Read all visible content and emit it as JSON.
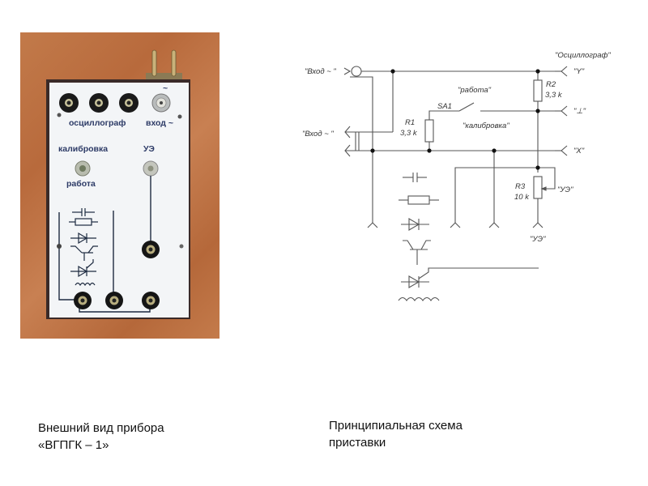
{
  "photo": {
    "description": "Photo of the device front panel",
    "panel_labels": {
      "oscilloscope": "осциллограф",
      "input": "вход ~",
      "tilde": "~",
      "calibration": "калибровка",
      "ue": "УЭ",
      "work": "работа"
    }
  },
  "schematic": {
    "input_top": "\"Вход ~ \"",
    "input_bottom": "\"Вход ~ \"",
    "oscilloscope": "\"Осциллограф\"",
    "y_out": "\"Y\"",
    "ground_out": "\"⊥\"",
    "x_out": "\"X\"",
    "r1_name": "R1",
    "r1_value": "3,3 k",
    "r2_name": "R2",
    "r2_value": "3,3 k",
    "r3_name": "R3",
    "r3_value": "10 k",
    "switch_name": "SA1",
    "switch_work": "\"работа\"",
    "switch_calibration": "\"калибровка\"",
    "ue_wiper": "\"УЭ\"",
    "ue_terminal": "\"УЭ\""
  },
  "captions": {
    "left_line1": "Внешний вид прибора",
    "left_line2": "«ВГПГК – 1»",
    "right_line1": "Принципиальная схема",
    "right_line2": "приставки"
  }
}
